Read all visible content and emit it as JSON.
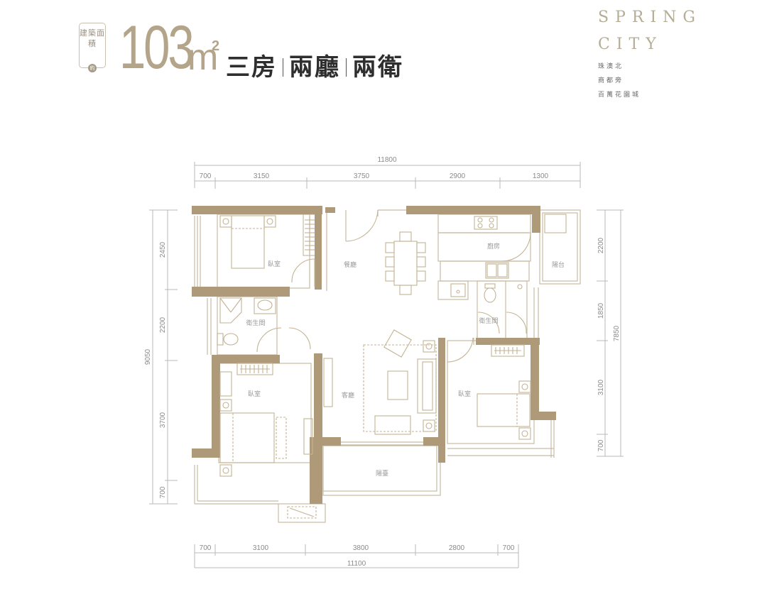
{
  "header": {
    "badge_text": "建築面積",
    "badge_mark": "約",
    "area_value": "103",
    "area_unit": "m",
    "area_sup": "2",
    "layout_parts": [
      "三房",
      "兩廳",
      "兩衛"
    ]
  },
  "brand": {
    "line1": "SPRING",
    "line2": "CITY",
    "taglines": [
      "珠澳北",
      "商都旁",
      "百萬花園城"
    ]
  },
  "colors": {
    "wall": "#ae9a78",
    "title_gold": "#b3a48a",
    "line": "#c8bba3",
    "dim_line": "#b0b0b0",
    "text_dark": "#2e2e2e"
  },
  "rooms": {
    "bedroom_nw": "臥室",
    "dining": "餐廳",
    "kitchen": "廚房",
    "balcony_ne": "陽台",
    "bath_w": "衛生間",
    "bath_e": "衛生間",
    "bedroom_sw": "臥室",
    "living": "客廳",
    "bedroom_se": "臥室",
    "balcony_s": "陽臺"
  },
  "dimensions": {
    "top_total": "11800",
    "top": [
      "700",
      "3150",
      "3750",
      "2900",
      "1300"
    ],
    "bottom": [
      "700",
      "3100",
      "3800",
      "2800",
      "700"
    ],
    "bottom_total": "11100",
    "left_total": "9050",
    "left": [
      "2450",
      "2200",
      "3700",
      "700"
    ],
    "right": [
      "2200",
      "1850",
      "3100",
      "700"
    ],
    "right_total": "7850"
  }
}
